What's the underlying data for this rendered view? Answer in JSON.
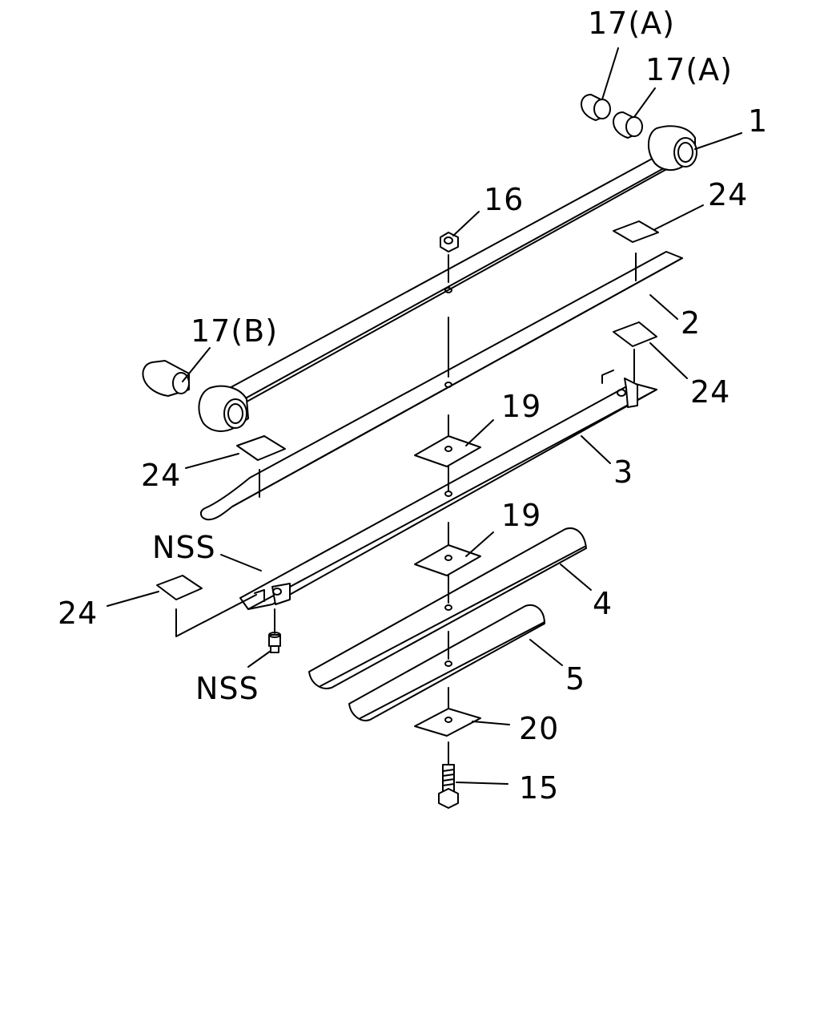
{
  "diagram": {
    "callouts": {
      "c17a_top": "17(A)",
      "c17a_second": "17(A)",
      "c1": "1",
      "c16": "16",
      "c24_upper_right": "24",
      "c17b": "17(B)",
      "c2": "2",
      "c24_mid_right": "24",
      "c19_upper": "19",
      "c24_left_mid": "24",
      "c3": "3",
      "c19_lower": "19",
      "cnss_top": "NSS",
      "c24_left_low": "24",
      "c4": "4",
      "cnss_bottom": "NSS",
      "c5": "5",
      "c20": "20",
      "c15": "15"
    }
  }
}
